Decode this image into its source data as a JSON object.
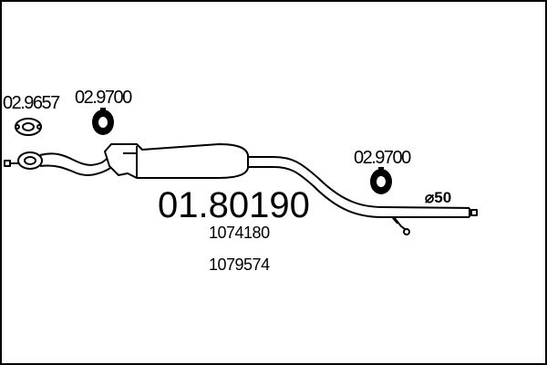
{
  "diagram": {
    "main_part_number": "01.80190",
    "oe_numbers": [
      "1074180",
      "1079574"
    ],
    "accessories": [
      {
        "ref": "02.9657",
        "item": "flange gasket"
      },
      {
        "ref": "02.9700",
        "item": "rubber mount"
      },
      {
        "ref": "02.9700",
        "item": "rubber mount"
      }
    ],
    "pipe_diameter": "⌀50",
    "colors": {
      "line": "#000000",
      "background": "#ffffff"
    }
  }
}
